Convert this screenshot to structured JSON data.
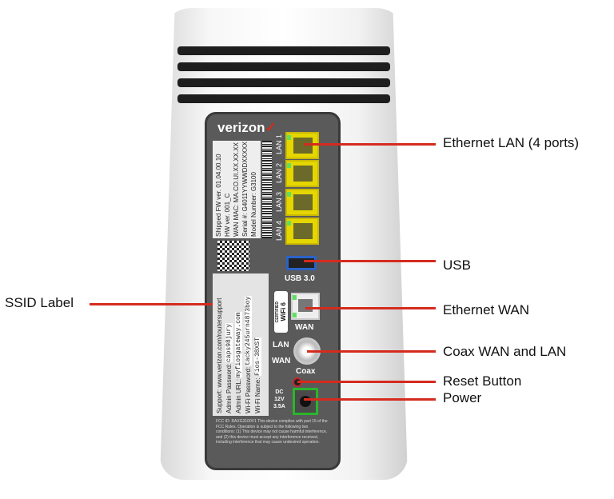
{
  "device": {
    "brand": "verizon",
    "label_info": {
      "model": "Model Number: G3100",
      "serial": "Serial #: G4011YYWWDDXXXXX",
      "wan_mac": "WAN MAC: MA.CO.UI.XX.XX.XX",
      "hw": "HW ver. 001_C",
      "fw": "Shipped FW ver. 01.04.00.10"
    },
    "ssid_label": {
      "wifi_name_key": "Wi-Fi Name:",
      "wifi_name": "Fios-38XST",
      "wifi_password_key": "Wi-Fi Password:",
      "wifi_password": "tacky245urn4873boy",
      "admin_url_key": "Admin URL:",
      "admin_url": "myfiosgateway.com",
      "admin_password_key": "Admin Password:",
      "admin_password": "caps98jury",
      "support": "Support: www.verizon.com/routersupport"
    },
    "ports": {
      "lan": [
        "LAN 1",
        "LAN 2",
        "LAN 3",
        "LAN 4"
      ],
      "usb": "USB 3.0",
      "wan": "WAN",
      "led_lan": "LAN",
      "led_wan": "WAN",
      "coax": "Coax",
      "power": [
        "DC",
        "12V",
        "3.5A"
      ]
    },
    "wifi_badge": {
      "text": "WiFi 6",
      "sub": "CERTIFIED"
    },
    "fcc": "FCC ID: RAXG3100V1 This device complies with part 15 of the FCC Rules. Operation is subject to the following two conditions: (1) This device may not cause harmful interference, and (2) this device must accept any interference received, including interference that may cause undesired operation."
  },
  "callouts": {
    "lan": "Ethernet LAN (4 ports)",
    "usb": "USB",
    "wan": "Ethernet WAN",
    "coax": "Coax WAN and LAN",
    "reset": "Reset Button",
    "power": "Power",
    "ssid": "SSID Label"
  },
  "colors": {
    "callout_line": "#d52b1e",
    "lan_port": "#e5d600",
    "usb": "#2a62c9",
    "power_box": "#2bb52b"
  }
}
